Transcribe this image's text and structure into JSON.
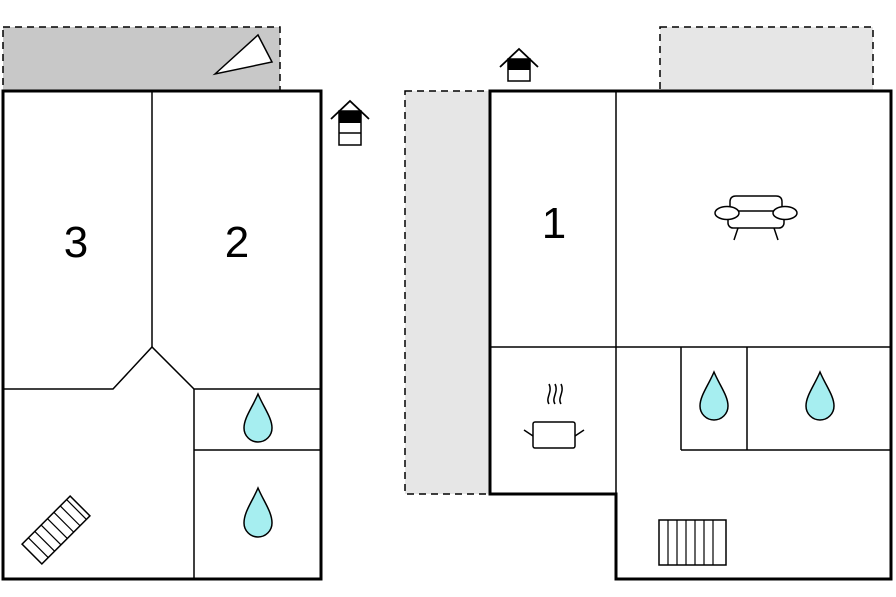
{
  "floor_plan": {
    "left_floor": {
      "rooms": [
        {
          "label": "3",
          "type": "bedroom"
        },
        {
          "label": "2",
          "type": "bedroom"
        }
      ],
      "icons": [
        "bathroom-drop-icon",
        "bathroom-drop-icon",
        "stairs-icon",
        "entrance-house-icon",
        "terrace-marker-icon"
      ]
    },
    "right_floor": {
      "rooms": [
        {
          "label": "1",
          "type": "bedroom"
        },
        {
          "label": "",
          "type": "living-room"
        }
      ],
      "icons": [
        "sofa-icon",
        "cooking-pot-icon",
        "bathroom-drop-icon",
        "bathroom-drop-icon",
        "stairs-icon",
        "entrance-house-icon"
      ]
    },
    "colors": {
      "wall": "#000000",
      "terrace_dark": "#c8c8c8",
      "terrace_light": "#e6e6e6",
      "water": "#a6eef0",
      "background": "#ffffff"
    }
  }
}
